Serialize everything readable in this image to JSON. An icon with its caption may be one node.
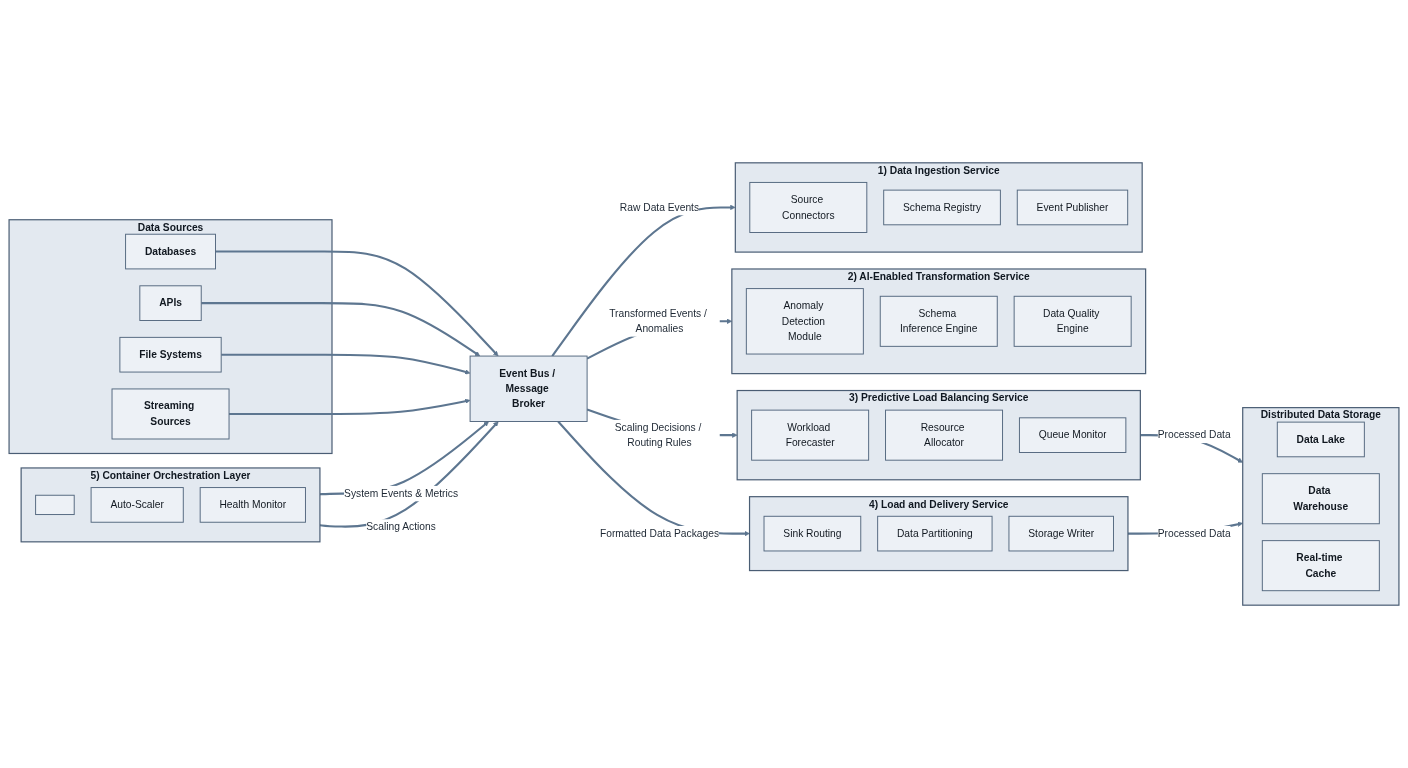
{
  "diagram": {
    "nodes": [
      {
        "text": [
          "Data Sources"
        ]
      },
      {
        "text": [
          "Databases"
        ],
        "in": 0
      },
      {
        "text": [
          "APIs"
        ],
        "in": 0
      },
      {
        "text": [
          "File Systems"
        ],
        "in": 0
      },
      {
        "text": [
          "Streaming Sources"
        ],
        "in": 0
      },
      {
        "text": [
          "Event Bus / Message Broker"
        ]
      },
      {
        "text": [
          "1) Data Ingestion Service"
        ]
      },
      {
        "text": [
          "Source Connectors"
        ],
        "in": 6
      },
      {
        "text": [
          "Schema Registry"
        ],
        "in": 6
      },
      {
        "text": [
          "Event Publisher"
        ],
        "in": 6
      },
      {
        "text": [
          "2) AI-Enabled Transformation Service"
        ]
      },
      {
        "text": [
          "Anomaly Detection Module"
        ],
        "in": 10
      },
      {
        "text": [
          "Schema Inference Engine"
        ],
        "in": 10
      },
      {
        "text": [
          "Data Quality Engine"
        ],
        "in": 10
      },
      {
        "text": [
          "3) Predictive Load Balancing Service"
        ]
      },
      {
        "text": [
          "Workload Forecaster"
        ],
        "in": 14
      },
      {
        "text": [
          "Resource Allocator"
        ],
        "in": 14
      },
      {
        "text": [
          "Queue Monitor"
        ],
        "in": 14
      },
      {
        "text": [
          "4) Load and Delivery Service"
        ]
      },
      {
        "text": [
          "Sink Routing"
        ],
        "in": 18
      },
      {
        "text": [
          "Data Partitioning"
        ],
        "in": 18
      },
      {
        "text": [
          "Storage Writer"
        ],
        "in": 18
      },
      {
        "text": [
          "5) Container Orchestration Layer"
        ]
      },
      {
        "text": [],
        "shape": "box",
        "in": 22
      },
      {
        "text": [
          "Auto-Scaler"
        ],
        "in": 22
      },
      {
        "text": [
          "Health Monitor"
        ],
        "in": 22
      },
      {
        "text": [
          "Distributed Data Storage"
        ]
      },
      {
        "text": [
          "Data Lake"
        ],
        "in": 26
      },
      {
        "text": [
          "Data Warehouse"
        ],
        "in": 26
      },
      {
        "text": [
          "Real-time Cache"
        ],
        "in": 26
      }
    ],
    "edges": [
      {
        "from": 1,
        "to": 5,
        "arrow": "to"
      },
      {
        "from": 2,
        "to": 5,
        "arrow": "to"
      },
      {
        "from": 3,
        "to": 5,
        "arrow": "to"
      },
      {
        "from": 4,
        "to": 5,
        "arrow": "to"
      },
      {
        "from": 5,
        "to": 6,
        "arrow": "to",
        "label": "Raw Data Events"
      },
      {
        "from": 5,
        "to": 10,
        "arrow": "to",
        "label": "Transformed Events / Anomalies"
      },
      {
        "from": 5,
        "to": 14,
        "arrow": "to",
        "label": "Scaling Decisions / Routing Rules"
      },
      {
        "from": 5,
        "to": 18,
        "arrow": "to",
        "label": "Formatted Data Packages"
      },
      {
        "from": 14,
        "to": 26,
        "arrow": "to",
        "label": "Processed Data"
      },
      {
        "from": 18,
        "to": 26,
        "arrow": "to",
        "label": "Processed Data"
      },
      {
        "from": 22,
        "to": 5,
        "arrow": "to",
        "label": "System Events & Metrics"
      },
      {
        "from": 22,
        "to": 5,
        "arrow": "to",
        "label": "Scaling Actions"
      }
    ]
  }
}
